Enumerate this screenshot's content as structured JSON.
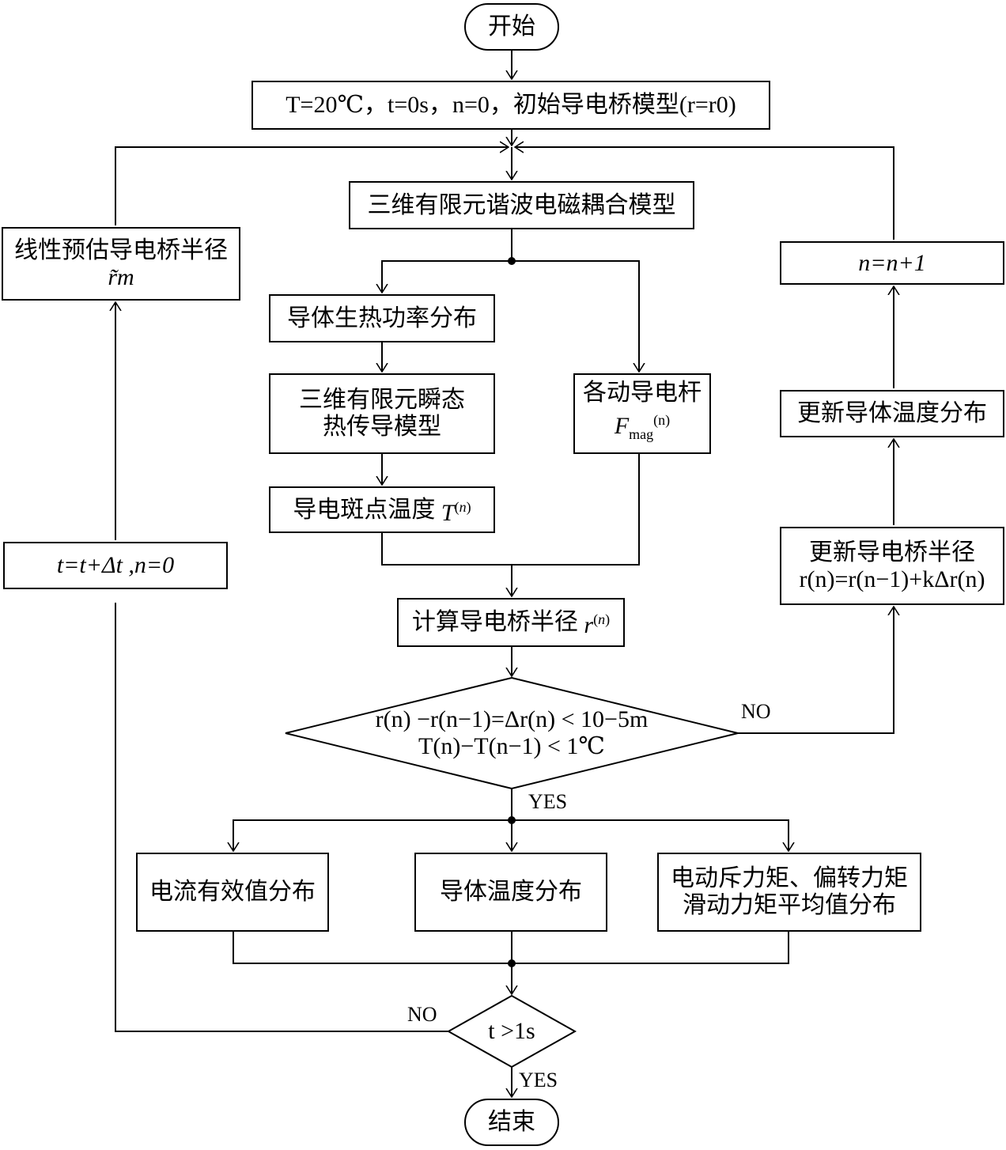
{
  "nodes": {
    "start": "开始",
    "init": {
      "prefix": "T=20℃，t=0s，n=0，",
      "cn": "初始导电桥模型",
      "suffix": "(r=r0)"
    },
    "em_model": "三维有限元谐波电磁耦合模型",
    "heat_power": "导体生热功率分布",
    "thermal_model_l1": "三维有限元瞬态",
    "thermal_model_l2": "热传导模型",
    "spot_temp": "导电斑点温度",
    "rod_force_l1": "各动导电杆",
    "rod_force_sym": "F",
    "rod_force_sub": "mag",
    "rod_force_sup": "(n)",
    "calc_radius": "计算导电桥半径",
    "converge_l1": "r(n) −r(n−1)=Δr(n) < 10−5m",
    "converge_l2": "T(n)−T(n−1) < 1℃",
    "current_dist": "电流有效值分布",
    "temp_dist": "导体温度分布",
    "torque_l1": "电动斥力矩、偏转力矩",
    "torque_l2": "滑动力矩平均值分布",
    "time_check": "t >1s",
    "end": "结束",
    "n_increment": "n=n+1",
    "update_temp": "更新导体温度分布",
    "update_radius_l1": "更新导电桥半径",
    "update_radius_l2": "r(n)=r(n−1)+kΔr(n)",
    "time_step": "t=t+Δt ,n=0",
    "estimate_l1": "线性预估导电桥半径",
    "estimate_sym": "r̃m"
  },
  "labels": {
    "no_converge": "NO",
    "yes_converge": "YES",
    "no_time": "NO",
    "yes_time": "YES"
  }
}
